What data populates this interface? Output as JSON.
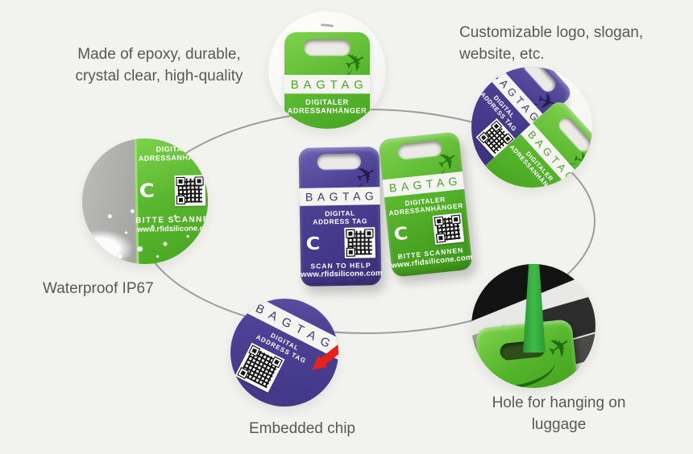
{
  "page": {
    "background": "#f2f2ef"
  },
  "annotations": {
    "epoxy": "Made of epoxy, durable,\ncrystal clear, high-quality",
    "customizable": "Customizable logo, slogan,\nwebsite, etc.",
    "waterproof": "Waterproof IP67",
    "embedded_chip": "Embedded chip",
    "hole": "Hole for hanging on\nluggage"
  },
  "tags": {
    "purple": {
      "brand": "BAGTAG",
      "subtitle_line1": "DIGITAL",
      "subtitle_line2": "ADDRESS TAG",
      "footer_line1": "SCAN TO HELP",
      "footer_line2": "www.rfidsilicone.com",
      "color": "#4a3d8f"
    },
    "green": {
      "brand": "BAGTAG",
      "subtitle_line1": "DIGITALER",
      "subtitle_line2": "ADRESSANHÄNGER",
      "footer_line1": "BITTE SCANNEN",
      "footer_line2": "www.rfidsilicone.com",
      "color": "#54b32b"
    }
  },
  "logo_glyph": "C",
  "colors": {
    "arrow_red": "#e8221a",
    "ellipse_line": "#9e9e9e",
    "annotation_text": "#58585a"
  }
}
